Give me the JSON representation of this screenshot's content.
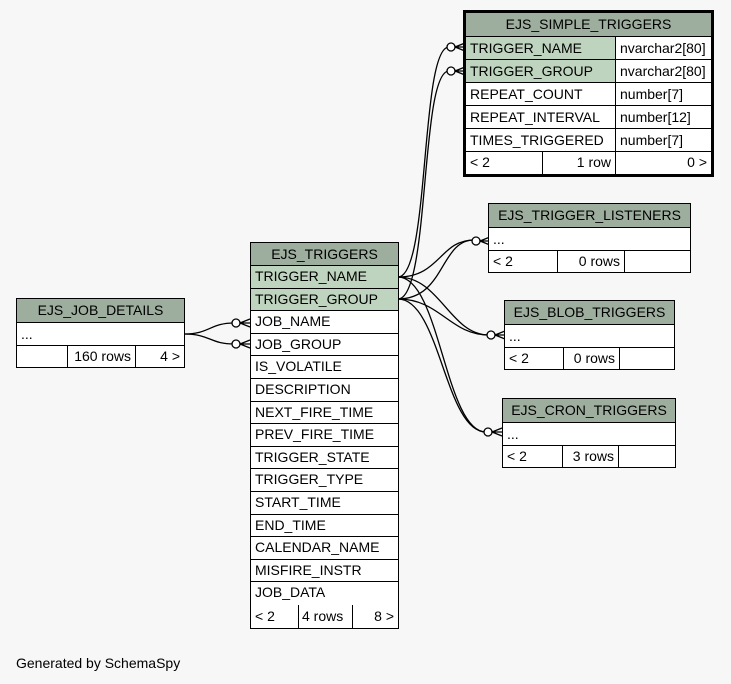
{
  "tables": {
    "simple_triggers": {
      "name": "EJS_SIMPLE_TRIGGERS",
      "columns": [
        {
          "name": "TRIGGER_NAME",
          "type": "nvarchar2[80]"
        },
        {
          "name": "TRIGGER_GROUP",
          "type": "nvarchar2[80]"
        },
        {
          "name": "REPEAT_COUNT",
          "type": "number[7]"
        },
        {
          "name": "REPEAT_INTERVAL",
          "type": "number[12]"
        },
        {
          "name": "TIMES_TRIGGERED",
          "type": "number[7]"
        }
      ],
      "footer": {
        "parents": "< 2",
        "rows": "1 row",
        "children": "0 >"
      }
    },
    "trigger_listeners": {
      "name": "EJS_TRIGGER_LISTENERS",
      "columns_placeholder": "...",
      "footer": {
        "parents": "< 2",
        "rows": "0 rows",
        "children": ""
      }
    },
    "blob_triggers": {
      "name": "EJS_BLOB_TRIGGERS",
      "columns_placeholder": "...",
      "footer": {
        "parents": "< 2",
        "rows": "0 rows",
        "children": ""
      }
    },
    "cron_triggers": {
      "name": "EJS_CRON_TRIGGERS",
      "columns_placeholder": "...",
      "footer": {
        "parents": "< 2",
        "rows": "3 rows",
        "children": ""
      }
    },
    "triggers": {
      "name": "EJS_TRIGGERS",
      "columns": [
        "TRIGGER_NAME",
        "TRIGGER_GROUP",
        "JOB_NAME",
        "JOB_GROUP",
        "IS_VOLATILE",
        "DESCRIPTION",
        "NEXT_FIRE_TIME",
        "PREV_FIRE_TIME",
        "TRIGGER_STATE",
        "TRIGGER_TYPE",
        "START_TIME",
        "END_TIME",
        "CALENDAR_NAME",
        "MISFIRE_INSTR",
        "JOB_DATA"
      ],
      "footer": {
        "parents": "< 2",
        "rows": "4 rows",
        "children": "8 >"
      }
    },
    "job_details": {
      "name": "EJS_JOB_DETAILS",
      "columns_placeholder": "...",
      "footer": {
        "parents": "",
        "rows": "160 rows",
        "children": "4 >"
      }
    }
  },
  "colors": {
    "header": "#9eae9e",
    "primary_key": "#bfd4bf",
    "background": "#f7f7f7"
  },
  "footer_text": "Generated by SchemaSpy"
}
